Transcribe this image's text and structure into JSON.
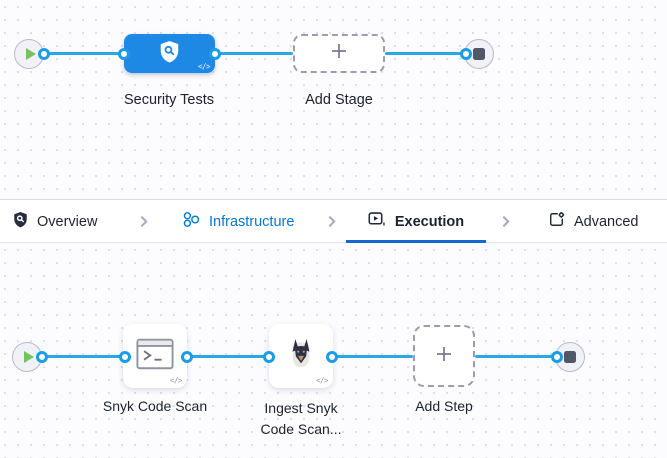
{
  "stage_graph": {
    "stage": {
      "label": "Security Tests",
      "icon": "shield-scan-icon",
      "color": "#1e88e5"
    },
    "add_stage": {
      "label": "Add Stage",
      "icon": "plus-icon"
    }
  },
  "tab_bar": {
    "tabs": [
      {
        "label": "Overview",
        "icon": "shield-scan-icon",
        "state": "default"
      },
      {
        "label": "Infrastructure",
        "icon": "cluster-icon",
        "state": "visited",
        "color": "#0278d5"
      },
      {
        "label": "Execution",
        "icon": "run-icon",
        "state": "active",
        "underline_color": "#1667d3"
      },
      {
        "label": "Advanced",
        "icon": "template-gear-icon",
        "state": "default"
      }
    ]
  },
  "execution_graph": {
    "steps": [
      {
        "label": "Snyk Code Scan",
        "icon": "terminal-icon"
      },
      {
        "label": "Ingest Snyk Code Scan...",
        "icon": "snyk-doberman-icon"
      }
    ],
    "add_step": {
      "label": "Add Step",
      "icon": "plus-icon"
    }
  },
  "colors": {
    "canvas_background": "#fcfcff",
    "grid_dot": "#dcdde8",
    "node_blue": "#1e88e5",
    "connector_blue": "#29a7e8",
    "anchor_border_blue": "#1b9ce8",
    "active_tab_underline": "#1667d3",
    "infrastructure_link_blue": "#0278d5",
    "play_green": "#72c55e",
    "stop_gray": "#515669"
  }
}
